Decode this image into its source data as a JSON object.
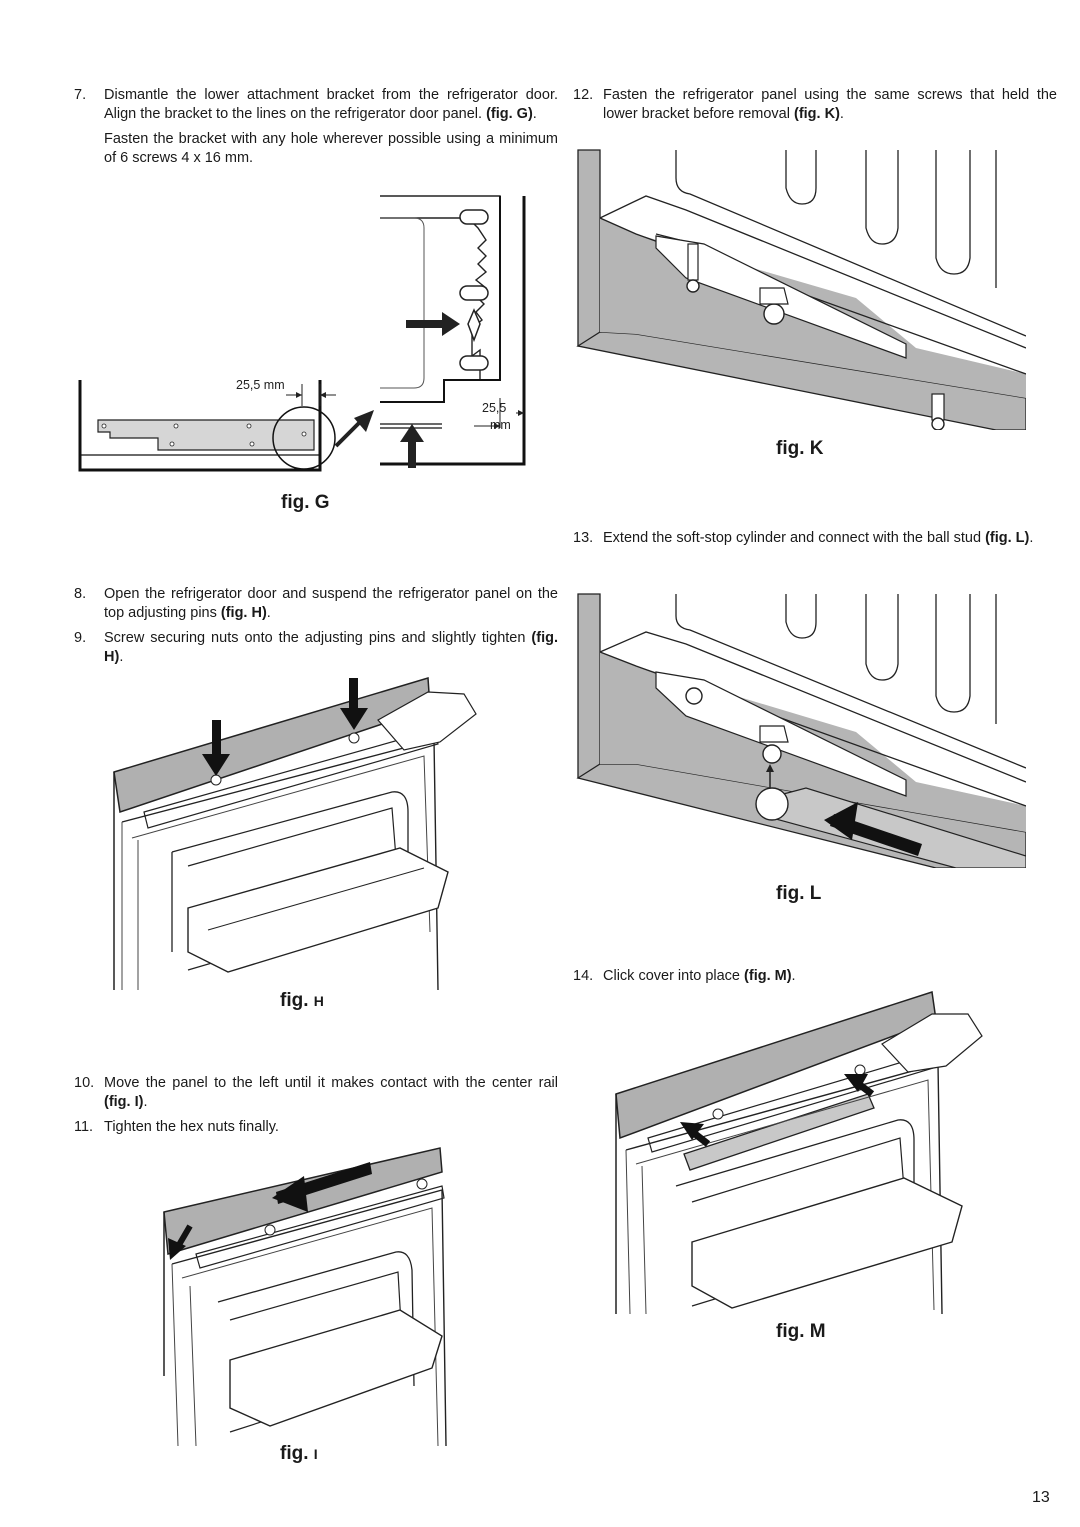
{
  "page_number": "13",
  "left_column": {
    "step7": {
      "num": "7.",
      "text": "Dismantle the lower attachment bracket from the refrigerator door. Align the bracket to the lines on the refrigerator door panel. ",
      "ref": "(fig. G)",
      "end": ".",
      "para2": "Fasten the bracket with any hole wherever possible using a minimum of 6 screws 4 x 16 mm."
    },
    "figG": {
      "label": "fig. G",
      "dim_left": "25,5 mm",
      "dim_right_top": "25,5",
      "dim_right_bottom": "mm"
    },
    "step8": {
      "num": "8.",
      "text": "Open the refrigerator door and suspend the refrigerator panel on the top adjusting pins ",
      "ref": "(fig. H)",
      "end": "."
    },
    "step9": {
      "num": "9.",
      "text": "Screw securing nuts onto the adjusting pins and slightly tighten ",
      "ref": "(fig. H)",
      "end": "."
    },
    "figH": {
      "label": "fig.",
      "suffix": "H"
    },
    "step10": {
      "num": "10.",
      "text": "Move the panel to the left until it makes contact with the center rail ",
      "ref": "(fig. I)",
      "end": "."
    },
    "step11": {
      "num": "11.",
      "text": "Tighten the hex nuts finally."
    },
    "figI": {
      "label": "fig.",
      "suffix": "I"
    }
  },
  "right_column": {
    "step12": {
      "num": "12.",
      "text": "Fasten the refrigerator panel using the same screws that held the lower bracket before removal ",
      "ref": "(fig. K)",
      "end": "."
    },
    "figK": {
      "label": "fig. K"
    },
    "step13": {
      "num": "13.",
      "text": "Extend the soft-stop cylinder and connect with the ball stud ",
      "ref": "(fig. L)",
      "end": "."
    },
    "figL": {
      "label": "fig. L"
    },
    "step14": {
      "num": "14.",
      "text": "Click cover into place ",
      "ref": "(fig. M)",
      "end": "."
    },
    "figM": {
      "label": "fig. M"
    }
  }
}
